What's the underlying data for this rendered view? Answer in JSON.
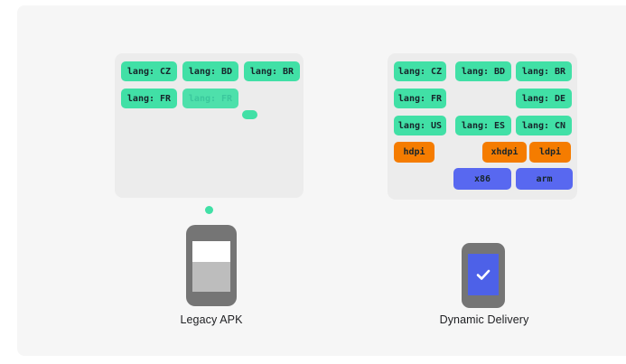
{
  "colors": {
    "page_bg": "#ffffff",
    "slide_bg": "#f6f6f6",
    "panel_bg": "#ececec",
    "chip_green": "#41e0a6",
    "chip_green_ghost_text": "#2cc497",
    "chip_orange": "#f57c00",
    "chip_blue": "#5868f0",
    "chip_text": "#17252b",
    "phone_body": "#757575",
    "phone_screen_white": "#ffffff",
    "phone_screen_fill": "#bdbdbd",
    "phone_screen_blue": "#4d61e8",
    "label_text": "#202124"
  },
  "legacy": {
    "label": "Legacy APK",
    "chips": [
      "lang: CZ",
      "lang: BD",
      "lang: BR",
      "lang: FR",
      "lang: FR"
    ]
  },
  "dynamic": {
    "label": "Dynamic Delivery",
    "lang_chips": [
      "lang: CZ",
      "lang: BD",
      "lang: BR",
      "lang: FR",
      "lang: DE",
      "lang: US",
      "lang: ES",
      "lang: CN"
    ],
    "dpi_chips": [
      "hdpi",
      "xhdpi",
      "ldpi"
    ],
    "abi_chips": [
      "x86",
      "arm"
    ]
  }
}
